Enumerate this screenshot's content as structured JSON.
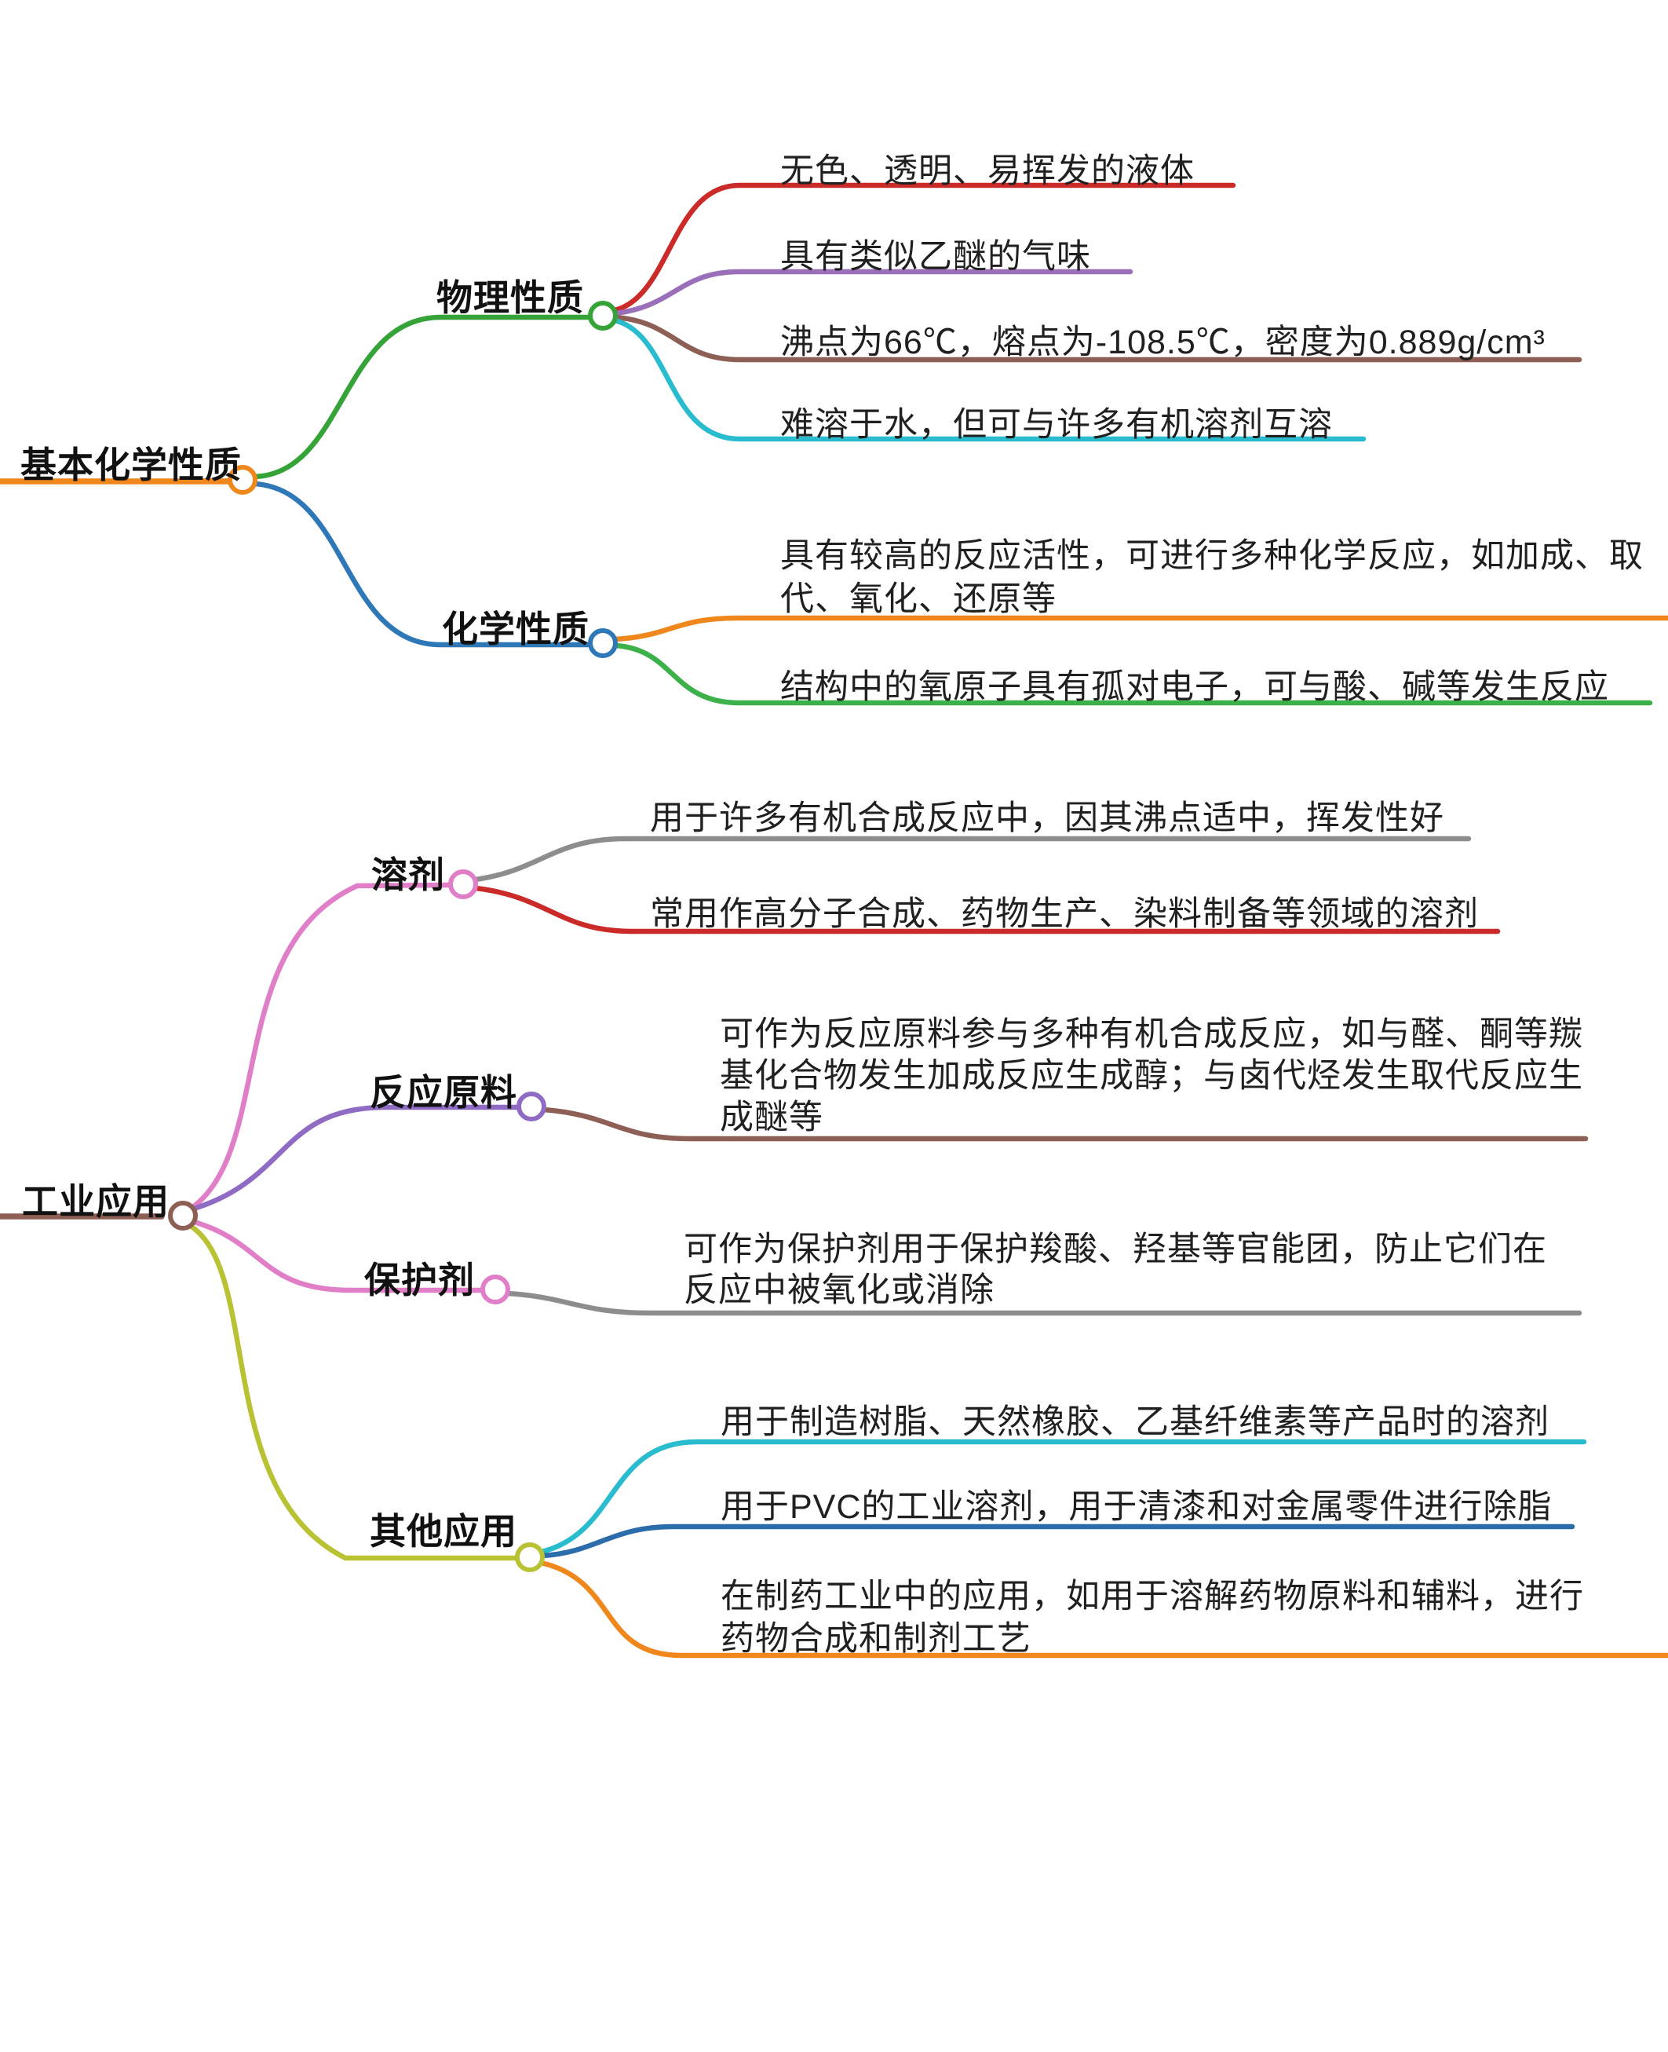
{
  "palette": {
    "orange": "#f0871c",
    "green": "#36a339",
    "blue": "#2e78b8",
    "red": "#cb2b28",
    "purple": "#9a6eb8",
    "brown": "#8d5f55",
    "cyan": "#29bccf",
    "leaf_green": "#3cb049",
    "gray": "#8d8d8d",
    "pink": "#e07fc8",
    "violet": "#8f6bc4",
    "olive": "#b8c232",
    "steel_blue": "#2b6cab",
    "text": "#202020"
  },
  "map1": {
    "root": "基本化学性质",
    "branches": [
      {
        "label": "物理性质",
        "leaves": [
          {
            "text": "无色、透明、易挥发的液体"
          },
          {
            "text": "具有类似乙醚的气味"
          },
          {
            "text": "沸点为66℃，熔点为-108.5℃，密度为0.889g/cm³"
          },
          {
            "text": "难溶于水，但可与许多有机溶剂互溶"
          }
        ]
      },
      {
        "label": "化学性质",
        "leaves": [
          {
            "text": "具有较高的反应活性，可进行多种化学反应，如加成、取\n代、氧化、还原等"
          },
          {
            "text": "结构中的氧原子具有孤对电子，可与酸、碱等发生反应"
          }
        ]
      }
    ]
  },
  "map2": {
    "root": "工业应用",
    "branches": [
      {
        "label": "溶剂",
        "leaves": [
          {
            "text": "用于许多有机合成反应中，因其沸点适中，挥发性好"
          },
          {
            "text": "常用作高分子合成、药物生产、染料制备等领域的溶剂"
          }
        ]
      },
      {
        "label": "反应原料",
        "leaves": [
          {
            "text": "可作为反应原料参与多种有机合成反应，如与醛、酮等羰\n基化合物发生加成反应生成醇；与卤代烃发生取代反应生\n成醚等"
          }
        ]
      },
      {
        "label": "保护剂",
        "leaves": [
          {
            "text": "可作为保护剂用于保护羧酸、羟基等官能团，防止它们在\n反应中被氧化或消除"
          }
        ]
      },
      {
        "label": "其他应用",
        "leaves": [
          {
            "text": "用于制造树脂、天然橡胶、乙基纤维素等产品时的溶剂"
          },
          {
            "text": "用于PVC的工业溶剂，用于清漆和对金属零件进行除脂"
          },
          {
            "text": "在制药工业中的应用，如用于溶解药物原料和辅料，进行\n药物合成和制剂工艺"
          }
        ]
      }
    ]
  }
}
